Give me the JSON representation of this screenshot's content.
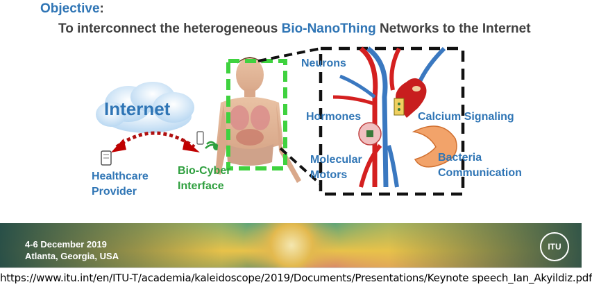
{
  "slide": {
    "objective_label": "Objective",
    "objective_colon": ":",
    "subtitle_pre": "To interconnect the heterogeneous ",
    "subtitle_highlight": "Bio-NanoThing",
    "subtitle_post": " Networks to the Internet"
  },
  "diagram": {
    "internet": "Internet",
    "healthcare_line1": "Healthcare",
    "healthcare_line2": "Provider",
    "biocyber_line1": "Bio-Cyber",
    "biocyber_line2": "Interface",
    "neurons": "Neurons",
    "hormones": "Hormones",
    "calcium": "Calcium Signaling",
    "molecular_line1": "Molecular",
    "molecular_line2": "Motors",
    "bacteria_line1": "Bacteria",
    "bacteria_line2": "Communication"
  },
  "footer": {
    "date": "4-6 December 2019",
    "location": "Atlanta, Georgia, USA",
    "logo_text": "ITU"
  },
  "url": "https://www.itu.int/en/ITU-T/academia/kaleidoscope/2019/Documents/Presentations/Keynote speech_Ian_Akyildiz.pdf",
  "colors": {
    "accent_blue": "#2f75b5",
    "green": "#2e9f3e",
    "dark_text": "#404040",
    "red_arrow": "#c00000"
  }
}
